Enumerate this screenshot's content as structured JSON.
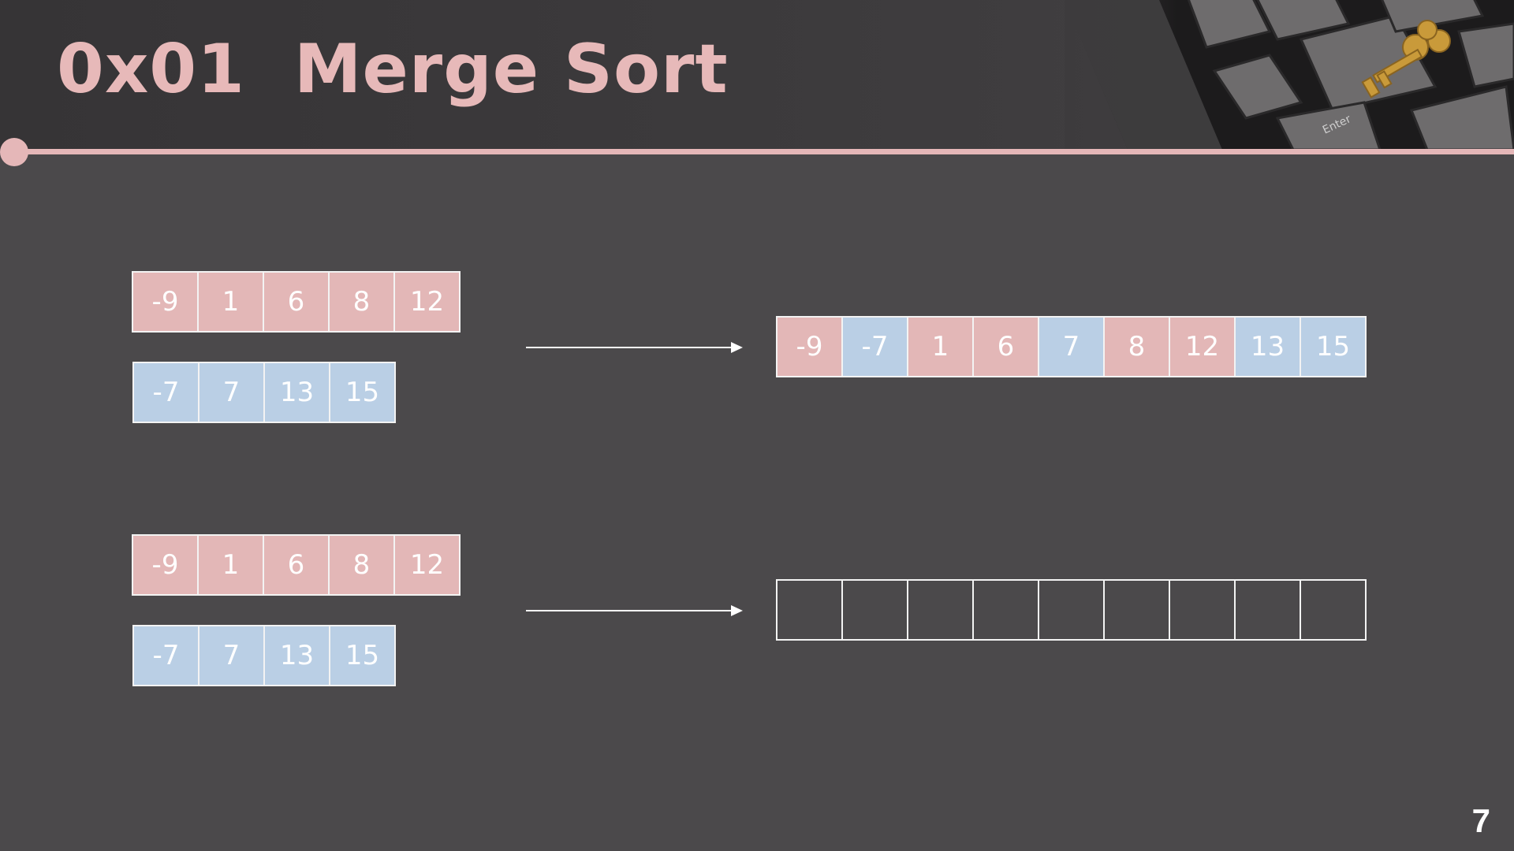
{
  "slide": {
    "title": "0x01  Merge Sort",
    "page_number": "7"
  },
  "colors": {
    "accent_pink": "#e5b7b8",
    "cell_pink": "#e3b7b7",
    "cell_blue": "#bacfe5",
    "background": "#4b494b"
  },
  "icons": {
    "header_image": "keyboard-with-golden-key-photo",
    "arrows": "right-arrow-icon"
  },
  "diagram": {
    "top": {
      "left_array": [
        "-9",
        "1",
        "6",
        "8",
        "12"
      ],
      "right_array": [
        "-7",
        "7",
        "13",
        "15"
      ],
      "merged": [
        {
          "v": "-9",
          "src": "left"
        },
        {
          "v": "-7",
          "src": "right"
        },
        {
          "v": "1",
          "src": "left"
        },
        {
          "v": "6",
          "src": "left"
        },
        {
          "v": "7",
          "src": "right"
        },
        {
          "v": "8",
          "src": "left"
        },
        {
          "v": "12",
          "src": "left"
        },
        {
          "v": "13",
          "src": "right"
        },
        {
          "v": "15",
          "src": "right"
        }
      ]
    },
    "bottom": {
      "left_array": [
        "-9",
        "1",
        "6",
        "8",
        "12"
      ],
      "right_array": [
        "-7",
        "7",
        "13",
        "15"
      ],
      "merged_empty_slots": 9
    }
  }
}
